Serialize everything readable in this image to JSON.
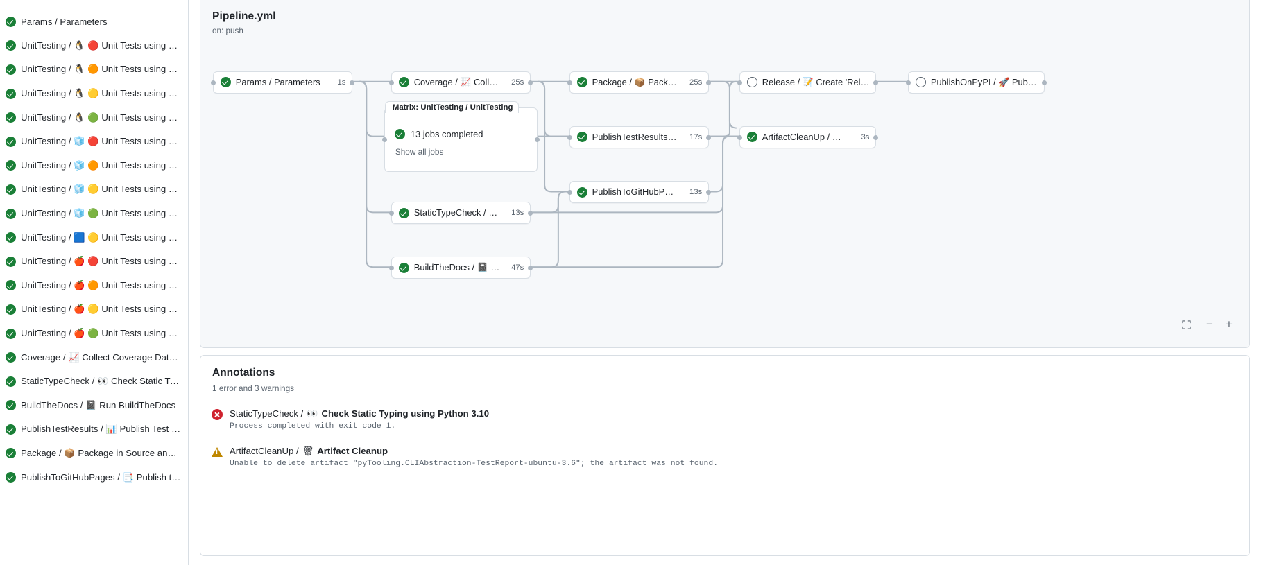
{
  "sidebar": {
    "items": [
      {
        "status": "success",
        "label": "Params / Parameters",
        "glyphs": []
      },
      {
        "status": "success",
        "label": "UnitTesting / 🐧 🔴 Unit Tests using Pyth...",
        "glyphs": [
          "penguin",
          "red"
        ]
      },
      {
        "status": "success",
        "label": "UnitTesting / 🐧 🟠 Unit Tests using Pyth...",
        "glyphs": [
          "penguin",
          "orange"
        ]
      },
      {
        "status": "success",
        "label": "UnitTesting / 🐧 🟡 Unit Tests using Pyth...",
        "glyphs": [
          "penguin",
          "yellow"
        ]
      },
      {
        "status": "success",
        "label": "UnitTesting / 🐧 🟢 Unit Tests using Pyth...",
        "glyphs": [
          "penguin",
          "green"
        ]
      },
      {
        "status": "success",
        "label": "UnitTesting / 🧊 🔴 Unit Tests using Pyth...",
        "glyphs": [
          "cube",
          "red"
        ]
      },
      {
        "status": "success",
        "label": "UnitTesting / 🧊 🟠 Unit Tests using Pyth...",
        "glyphs": [
          "cube",
          "orange"
        ]
      },
      {
        "status": "success",
        "label": "UnitTesting / 🧊 🟡 Unit Tests using Pyth...",
        "glyphs": [
          "cube",
          "yellow"
        ]
      },
      {
        "status": "success",
        "label": "UnitTesting / 🧊 🟢 Unit Tests using Pyth...",
        "glyphs": [
          "cube",
          "green"
        ]
      },
      {
        "status": "success",
        "label": "UnitTesting / 🟦 🟡 Unit Tests using Pyth...",
        "glyphs": [
          "winsquare",
          "yellow"
        ]
      },
      {
        "status": "success",
        "label": "UnitTesting / 🍎 🔴 Unit Tests using Pyth...",
        "glyphs": [
          "apple",
          "red"
        ]
      },
      {
        "status": "success",
        "label": "UnitTesting / 🍎 🟠 Unit Tests using Pyth...",
        "glyphs": [
          "apple",
          "orange"
        ]
      },
      {
        "status": "success",
        "label": "UnitTesting / 🍎 🟡 Unit Tests using Pyth...",
        "glyphs": [
          "apple",
          "yellow"
        ]
      },
      {
        "status": "success",
        "label": "UnitTesting / 🍎 🟢 Unit Tests using Pyth...",
        "glyphs": [
          "apple",
          "green"
        ]
      },
      {
        "status": "success",
        "label": "Coverage / 📈 Collect Coverage Data usi...",
        "glyphs": [
          "chart"
        ]
      },
      {
        "status": "success",
        "label": "StaticTypeCheck / 👀 Check Static Typing...",
        "glyphs": [
          "eyes"
        ]
      },
      {
        "status": "success",
        "label": "BuildTheDocs / 📓 Run BuildTheDocs",
        "glyphs": [
          "notebook"
        ]
      },
      {
        "status": "success",
        "label": "PublishTestResults / 📊 Publish Test Resu...",
        "glyphs": [
          "barchart"
        ]
      },
      {
        "status": "success",
        "label": "Package / 📦 Package in Source and Wh...",
        "glyphs": [
          "package"
        ]
      },
      {
        "status": "success",
        "label": "PublishToGitHubPages / 📑 Publish to G...",
        "glyphs": [
          "pages"
        ]
      }
    ]
  },
  "workflow": {
    "title": "Pipeline.yml",
    "trigger": "on: push",
    "nodes": [
      {
        "id": "params",
        "status": "success",
        "label": "Params / Parameters",
        "duration": "1s"
      },
      {
        "id": "coverage",
        "status": "success",
        "label": "Coverage / 📈 Collect Cove...",
        "duration": "25s"
      },
      {
        "id": "package",
        "status": "success",
        "label": "Package / 📦 Package in So...",
        "duration": "25s"
      },
      {
        "id": "release",
        "status": "pending",
        "label": "Release / 📝 Create 'Release P...",
        "duration": ""
      },
      {
        "id": "pypi",
        "status": "pending",
        "label": "PublishOnPyPI / 🚀 Publish to ...",
        "duration": ""
      },
      {
        "id": "testresults",
        "status": "success",
        "label": "PublishTestResults / 📊 Pu...",
        "duration": "17s"
      },
      {
        "id": "artifact",
        "status": "success",
        "label": "ArtifactCleanUp / 🗑 Artifac...",
        "duration": "3s"
      },
      {
        "id": "ghpages",
        "status": "success",
        "label": "PublishToGitHubPages / 📑 ...",
        "duration": "13s"
      },
      {
        "id": "statictype",
        "status": "success",
        "label": "StaticTypeCheck / 👀 Chec...",
        "duration": "13s"
      },
      {
        "id": "builddocs",
        "status": "success",
        "label": "BuildTheDocs / 📓 Run Buil...",
        "duration": "47s"
      }
    ],
    "matrix": {
      "title": "Matrix: UnitTesting / UnitTesting",
      "status": "success",
      "summary": "13 jobs completed",
      "show_all": "Show all jobs"
    },
    "controls": {
      "fullscreen": "fullscreen-icon",
      "zoom_out": "−",
      "zoom_in": "+"
    }
  },
  "annotations": {
    "title": "Annotations",
    "summary": "1 error and 3 warnings",
    "items": [
      {
        "severity": "error",
        "job": "StaticTypeCheck /",
        "emoji": "👀",
        "step": "Check Static Typing using Python 3.10",
        "message": "Process completed with exit code 1."
      },
      {
        "severity": "warning",
        "job": "ArtifactCleanUp /",
        "emoji": "🗑",
        "step": "Artifact Cleanup",
        "message": "Unable to delete artifact \"pyTooling.CLIAbstraction-TestReport-ubuntu-3.6\"; the artifact was not found."
      }
    ]
  },
  "colors": {
    "success": "#1a7f37",
    "error": "#cf222e",
    "warning": "#bf8700",
    "border": "#d8dee4",
    "canvas_bg": "#f6f8fa",
    "muted_text": "#59636e",
    "edge": "#acb6c0"
  }
}
